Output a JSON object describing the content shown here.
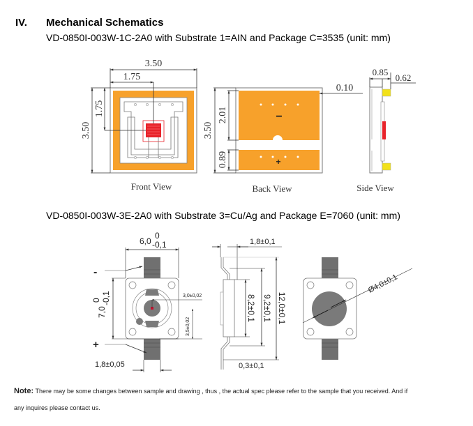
{
  "section": {
    "number": "IV.",
    "title": "Mechanical Schematics"
  },
  "package_3535": {
    "caption": "VD-0850I-003W-1C-2A0 with Substrate 1=AIN and Package C=3535 (unit: mm)",
    "front_view": {
      "label": "Front View",
      "dim_width": "3.50",
      "dim_half_width": "1.75",
      "dim_height": "3.50",
      "dim_half_height": "1.75"
    },
    "back_view": {
      "label": "Back View",
      "dim_height": "3.50",
      "dim_upper_pad": "2.01",
      "dim_lower_pad": "0.89",
      "dim_gap": "0.10",
      "minus_sign": "−",
      "plus_sign": "+"
    },
    "side_view": {
      "label": "Side View",
      "dim_total": "0.85",
      "dim_body": "0.62"
    }
  },
  "package_7060": {
    "caption": "VD-0850I-003W-3E-2A0 with Substrate 3=Cu/Ag and Package E=7060 (unit: mm)",
    "front_view": {
      "dim_width_main": "6,0",
      "dim_width_tol_upper": "0",
      "dim_width_tol_lower": "-0,1",
      "dim_height_main": "7,0",
      "dim_height_tol_upper": "0",
      "dim_height_tol_lower": "-0,1",
      "dim_lead_width": "1,8±0,05",
      "dim_lens": "3,0±0,02",
      "dim_offset": "3,5±0,02",
      "minus_sign": "-",
      "plus_sign": "+"
    },
    "side_view": {
      "dim_thickness": "1,8±0,1",
      "dim_body_len": "8,2±0,1",
      "dim_lead_span": "9,2±0,1",
      "dim_total_len": "12,0±0,1",
      "dim_lead_thk": "0,3±0,1"
    },
    "back_view": {
      "dim_diameter": "Ø4,0±0,1"
    }
  },
  "note": {
    "label": "Note:",
    "line1": "There may be some changes between sample and drawing , thus , the actual spec please refer to the sample that you received. And if",
    "line2": "any inquires please contact us."
  },
  "colors": {
    "pad_orange": "#f7a12b",
    "chip_red": "#e8232a",
    "side_yellow": "#f2e11a",
    "lead_gray": "#707070",
    "lens_gray": "#7a7a7a"
  }
}
